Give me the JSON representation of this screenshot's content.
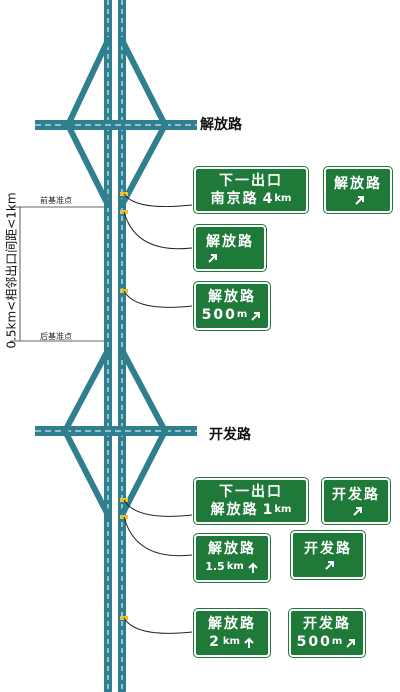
{
  "roads": {
    "upper_cross": "解放路",
    "lower_cross": "开发路"
  },
  "reference_points": {
    "front": "前基准点",
    "rear": "后基准点"
  },
  "distance_label": "0.5km<相邻出口间距<1km",
  "signs": {
    "s1": {
      "line1": "下一出口",
      "line2_name": "南京路",
      "line2_dist": "4",
      "line2_unit": "km"
    },
    "s2": {
      "line1": "解放路"
    },
    "s3": {
      "line1": "解放路"
    },
    "s4": {
      "line1": "解放路",
      "line2_dist": "500",
      "line2_unit": "m"
    },
    "s5": {
      "line1": "下一出口",
      "line2_name": "解放路",
      "line2_dist": "1",
      "line2_unit": "km"
    },
    "s6": {
      "line1": "开发路"
    },
    "s7": {
      "line1": "解放路",
      "line2_dist": "1.5",
      "line2_unit": "km"
    },
    "s8": {
      "line1": "开发路"
    },
    "s9": {
      "line1": "解放路",
      "line2_dist": "2",
      "line2_unit": "km"
    },
    "s10": {
      "line1": "开发路",
      "line2_dist": "500",
      "line2_unit": "m"
    }
  },
  "colors": {
    "road": "#2f7f8f",
    "sign": "#1f7a3a",
    "lane_mark": "#ffffff",
    "center_mark": "#e8c23a"
  }
}
